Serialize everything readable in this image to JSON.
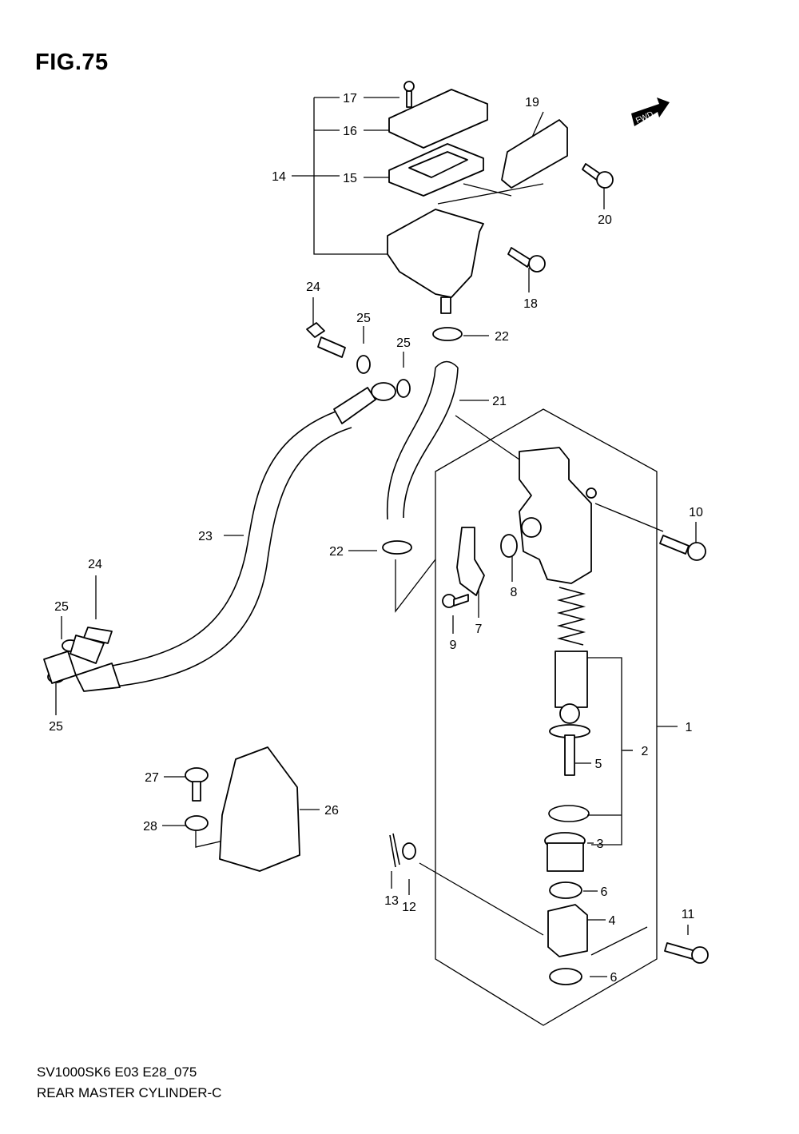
{
  "figure_title": "FIG.75",
  "model_code": "SV1000SK6 E03 E28_075",
  "diagram_name": "REAR MASTER CYLINDER-C",
  "fwd_label": "FWD",
  "callouts": [
    "17",
    "16",
    "15",
    "14",
    "19",
    "20",
    "18",
    "24",
    "25",
    "25",
    "22",
    "21",
    "10",
    "23",
    "22",
    "8",
    "7",
    "9",
    "24",
    "25",
    "25",
    "1",
    "2",
    "5",
    "3",
    "27",
    "28",
    "26",
    "6",
    "4",
    "13",
    "12",
    "11",
    "6"
  ]
}
